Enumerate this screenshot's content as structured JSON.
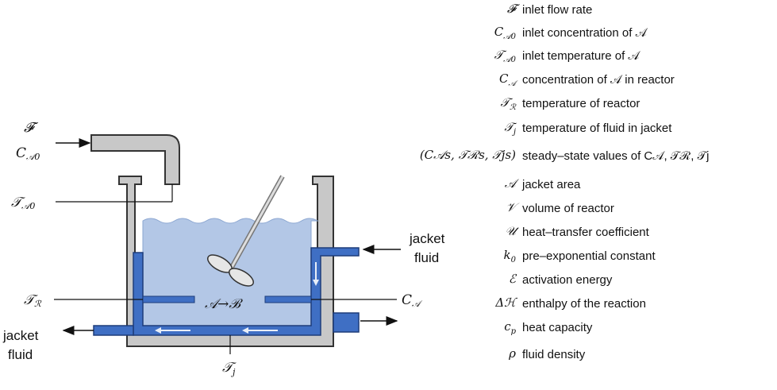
{
  "diagram_labels": {
    "feed_flow": "𝓕",
    "feed_conc": "C",
    "feed_conc_sub": "𝒜0",
    "feed_temp": "𝒯",
    "feed_temp_sub": "𝒜0",
    "reactor_temp": "𝒯",
    "reactor_temp_sub": "ℛ",
    "reactor_conc": "C",
    "reactor_conc_sub": "𝒜",
    "jacket_temp": "𝒯",
    "jacket_temp_sub": "j",
    "reaction": "𝒜→ℬ",
    "jacket_in_line1": "jacket",
    "jacket_in_line2": "fluid",
    "jacket_out_line1": "jacket",
    "jacket_out_line2": "fluid"
  },
  "legend": [
    {
      "symbol": "𝓕",
      "sub": "",
      "description": "inlet flow rate"
    },
    {
      "symbol": "C",
      "sub": "𝒜0",
      "description": "inlet concentration of 𝒜"
    },
    {
      "symbol": "𝒯",
      "sub": "𝒜0",
      "description": "inlet temperature of 𝒜"
    },
    {
      "symbol": "C",
      "sub": "𝒜",
      "description": "concentration of 𝒜 in reactor"
    },
    {
      "symbol": "𝒯",
      "sub": "ℛ",
      "description": "temperature of reactor"
    },
    {
      "symbol": "𝒯",
      "sub": "j",
      "description": "temperature of fluid in jacket"
    },
    {
      "symbol": "(C𝒜s, 𝒯ℛs, 𝒯js)",
      "sub": "",
      "description": "steady–state values of C𝒜, 𝒯ℛ, 𝒯j"
    },
    {
      "symbol": "𝒜",
      "sub": "",
      "description": "jacket area"
    },
    {
      "symbol": "𝒱",
      "sub": "",
      "description": "volume of reactor"
    },
    {
      "symbol": "𝒰",
      "sub": "",
      "description": "heat–transfer coefficient"
    },
    {
      "symbol": "k",
      "sub": "0",
      "description": "pre–exponential constant"
    },
    {
      "symbol": "ℰ",
      "sub": "",
      "description": "activation energy"
    },
    {
      "symbol": "Δℋ",
      "sub": "",
      "description": "enthalpy of the reaction"
    },
    {
      "symbol": "c",
      "sub": "p",
      "description": "heat capacity"
    },
    {
      "symbol": "ρ",
      "sub": "",
      "description": "fluid density"
    }
  ]
}
